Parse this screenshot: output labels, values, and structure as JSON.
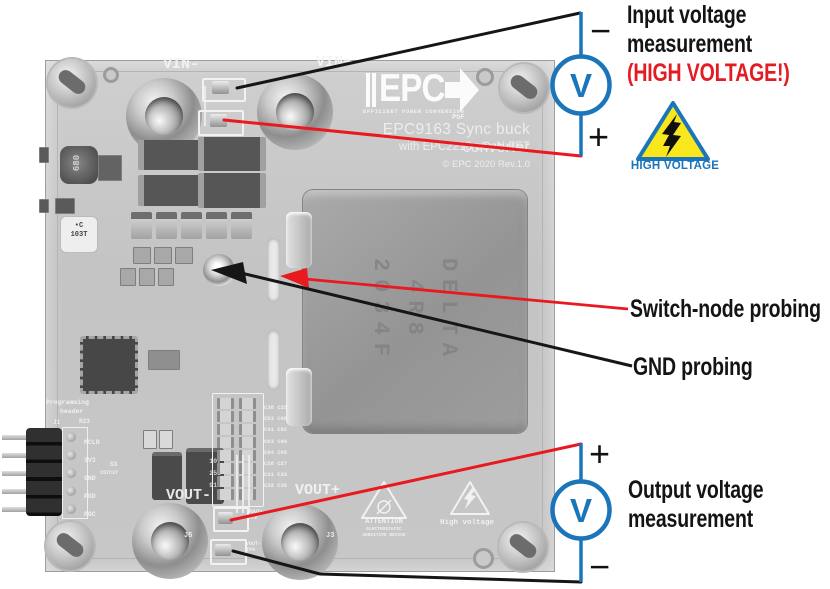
{
  "annotations": {
    "input": {
      "line1": "Input voltage",
      "line2": "measurement",
      "line3": "(HIGH VOLTAGE!)"
    },
    "hv_badge_label": "HIGH VOLTAGE",
    "switch_node": "Switch-node probing",
    "gnd": "GND probing",
    "output": {
      "line1": "Output voltage",
      "line2": "measurement"
    },
    "voltmeter": "V",
    "plus": "+",
    "minus": "−"
  },
  "colors": {
    "annotation_blue": "#1b75bb",
    "annotation_red_text": "#e31b23",
    "leader_red": "#e8191f",
    "leader_black": "#161616",
    "warning_yellow": "#f8e71c"
  },
  "board": {
    "silkscreen": {
      "vin_minus": "VIN-",
      "vin_plus": "VIN+",
      "vout_minus": "VOUT-",
      "vout_plus": "VOUT+",
      "logo_text": "EPC",
      "logo_tagline": "EFFICIENT POWER CONVERSION",
      "pbf": "PbF",
      "title": "EPC9163 Sync buck converter",
      "subtitle": "with EPC2218 eGaN FET",
      "copyright": "© EPC 2020  Rev.1.0",
      "inductor": [
        "DELTA",
        "4R8",
        "2034F"
      ],
      "header_title1": "Programming",
      "header_title2": "header",
      "header_pins": [
        "MCLR",
        "3V3",
        "GND",
        "PGD",
        "PGC"
      ],
      "j1": "J1",
      "r23": "R23",
      "j5": "J5",
      "j3": "J3",
      "s3": "S3",
      "c_ref": "C57C37",
      "cap_labels": [
        "C38 C25",
        "C53 C66",
        "C41 C62",
        "C63 C60",
        "C64 C65",
        "C28 C27",
        "C31 C33",
        "C32 C36"
      ],
      "l1": "680",
      "l2a": "•C",
      "l2b": "103T",
      "transistor": [
        "107",
        "255",
        "913"
      ],
      "esd": [
        "ATTENTION",
        "ELECTROSTATIC",
        "SENSITIVE DEVICE"
      ],
      "hv_warning": "High voltage",
      "tp3a": "VOUT+",
      "tp3b": "TP3",
      "tp4a": "VOUT-",
      "tp4b": "TP4"
    }
  }
}
